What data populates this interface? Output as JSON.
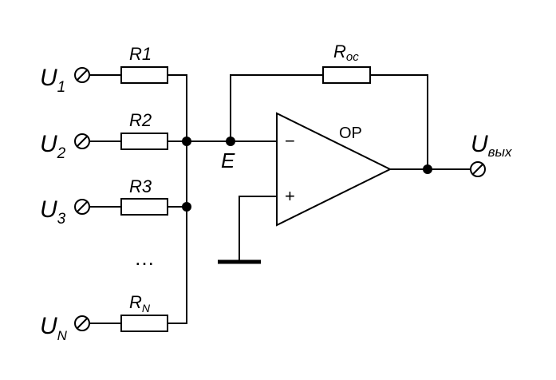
{
  "inputs": [
    {
      "main": "U",
      "sub": "1"
    },
    {
      "main": "U",
      "sub": "2"
    },
    {
      "main": "U",
      "sub": "3"
    },
    {
      "main": "U",
      "sub": "N"
    }
  ],
  "resistors": [
    {
      "main": "R1",
      "sub": ""
    },
    {
      "main": "R2",
      "sub": ""
    },
    {
      "main": "R3",
      "sub": ""
    },
    {
      "main": "R",
      "sub": "N"
    }
  ],
  "ellipsis": "…",
  "feedback_resistor": {
    "main": "R",
    "sub": "ос"
  },
  "summing_node": "E",
  "opamp": {
    "label": "OP",
    "minus": "−",
    "plus": "+"
  },
  "output": {
    "main": "U",
    "sub": "вых"
  }
}
